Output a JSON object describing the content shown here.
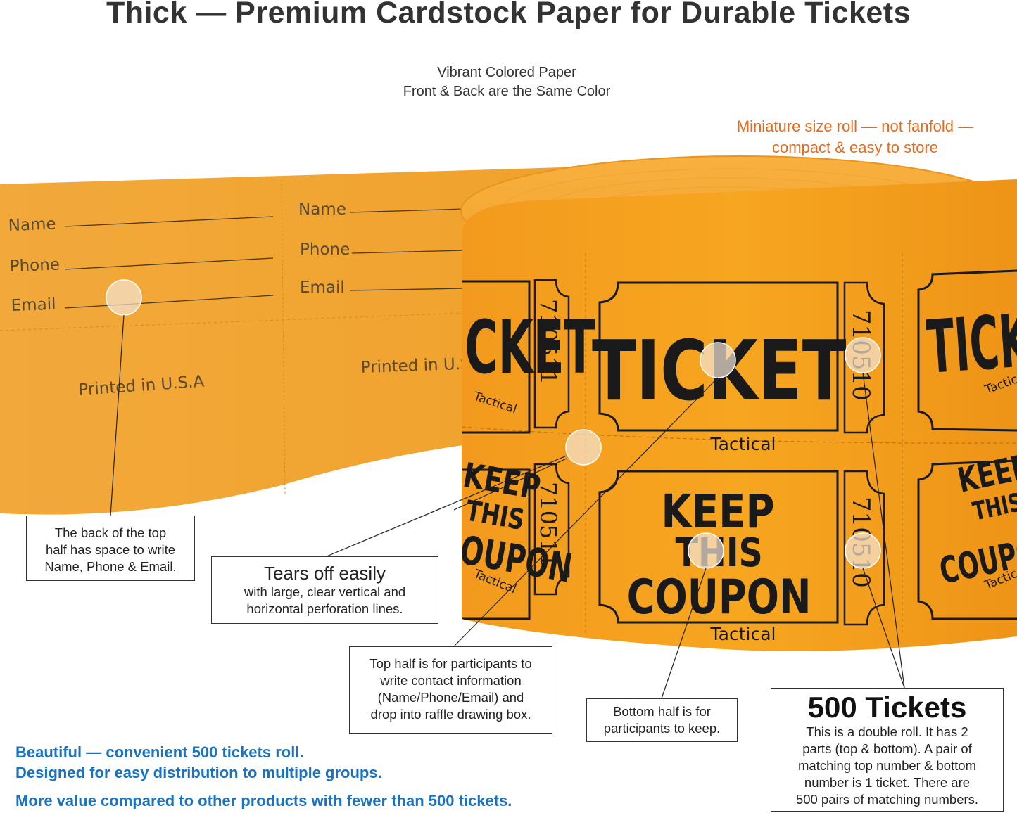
{
  "title": "Thick — Premium Cardstock Paper for Durable Tickets",
  "vibrant": [
    "Vibrant Colored Paper",
    "Front & Back are the Same Color"
  ],
  "miniature": [
    "Miniature size roll — not fanfold —",
    "compact & easy to store"
  ],
  "strip": {
    "fields": [
      "Name",
      "Phone",
      "Email"
    ],
    "printed": "Printed in U.S.A",
    "printed_partial": "Printed in U.S"
  },
  "roll": {
    "top_word": "TICKET",
    "top_word_partial_left": "CKET",
    "top_word_partial_right": "TICKE",
    "bottom_lines": [
      "KEEP",
      "THIS",
      "COUPON"
    ],
    "bottom_partial_left": [
      "KEEP",
      "THIS",
      "OUPON"
    ],
    "bottom_partial_right": [
      "KEEP",
      "THIS",
      "COUPO"
    ],
    "brand": "Tactical",
    "brand_small": "Tactical",
    "number_left": "710511",
    "number_right": "710510"
  },
  "callouts": {
    "back": [
      "The back of the top",
      "half has space to write",
      "Name, Phone & Email."
    ],
    "tears_title": "Tears off easily",
    "tears_body": [
      "with large, clear vertical and",
      "horizontal perforation lines."
    ],
    "top_half": [
      "Top half is for participants to",
      "write contact information",
      "(Name/Phone/Email) and",
      "drop into raffle drawing box."
    ],
    "bottom_half": [
      "Bottom half is for",
      "participants to keep."
    ],
    "count_title": "500 Tickets",
    "count_body": [
      "This is a double roll. It has 2",
      "parts (top & bottom). A pair of",
      "matching top number & bottom",
      "number is 1 ticket. There are",
      "500 pairs of matching numbers."
    ]
  },
  "footer": [
    "Beautiful — convenient 500 tickets roll.",
    "Designed for easy distribution to multiple groups.",
    "More value compared to other products with fewer than 500 tickets."
  ],
  "colors": {
    "paper": "#f5a623",
    "ink": "#1a1a1a",
    "accent_orange": "#e36b1e",
    "accent_blue": "#1a73c2"
  }
}
